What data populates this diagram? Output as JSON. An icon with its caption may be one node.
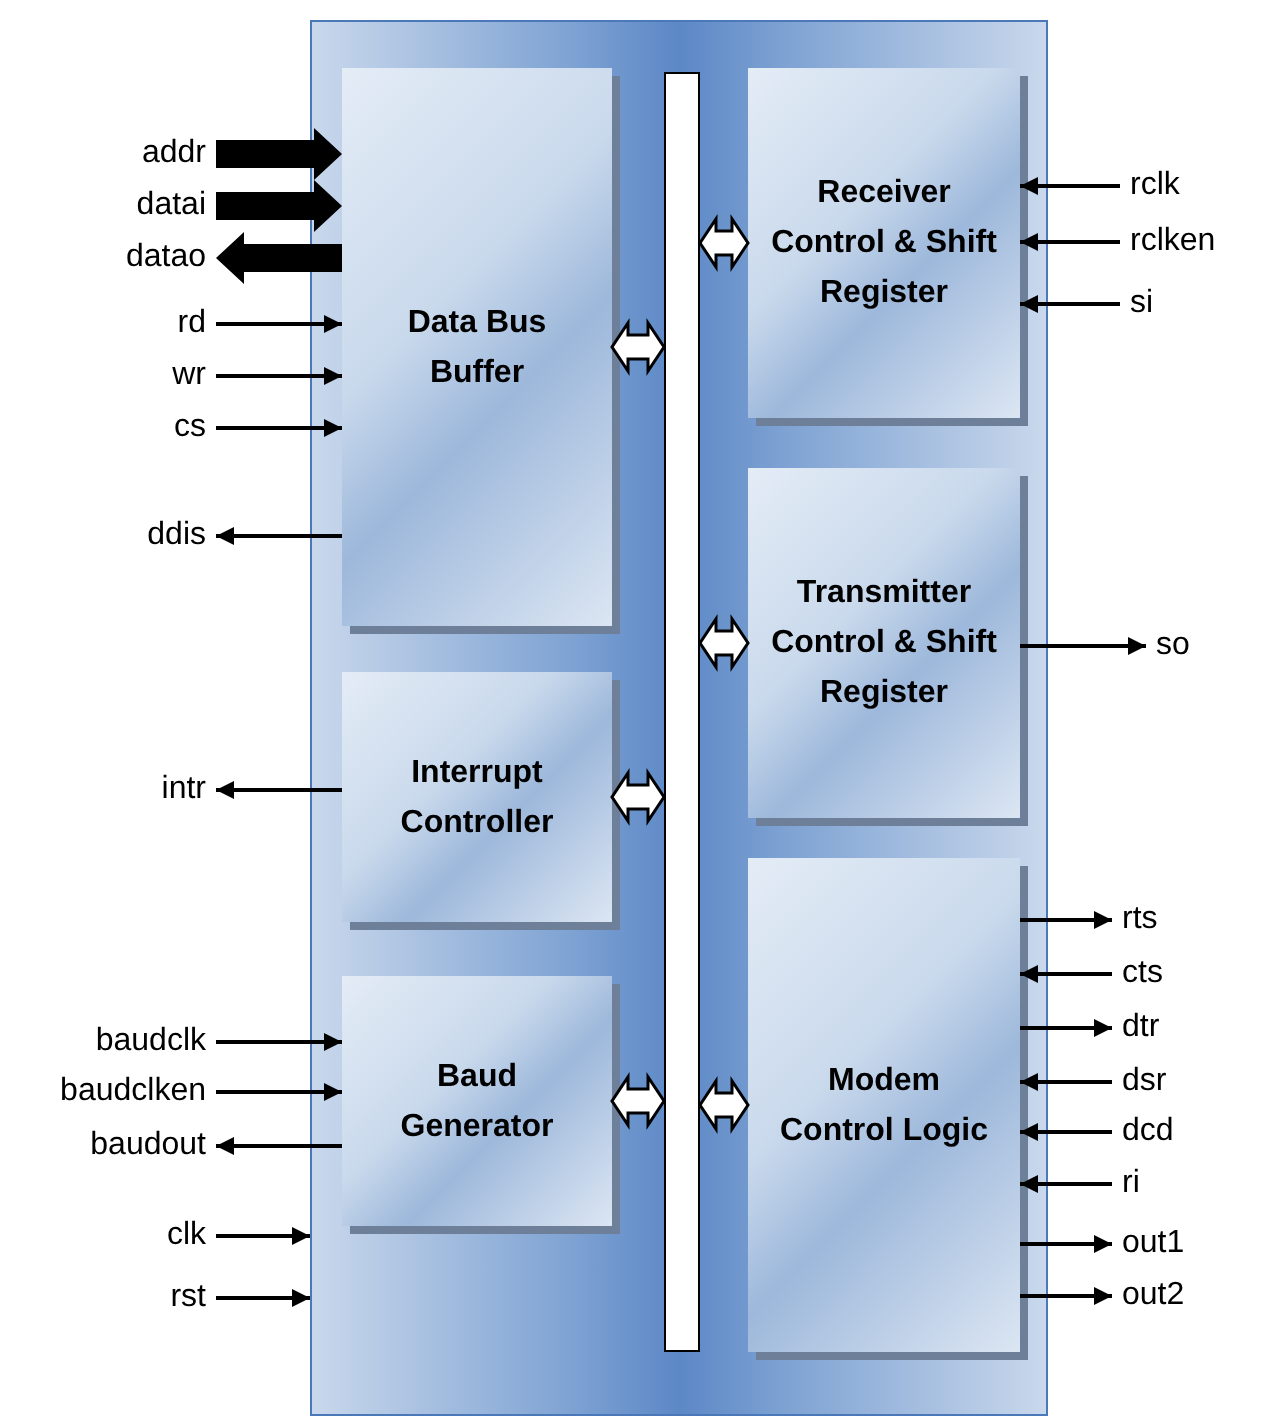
{
  "diagram": {
    "nodes": [
      {
        "text": [],
        "shape": "box"
      },
      {
        "text": [
          "Data Bus Buffer"
        ],
        "in": 0
      },
      {
        "text": [],
        "shape": "bar",
        "in": 0
      },
      {
        "text": [
          "Receiver Control & Shift Register"
        ],
        "in": 0
      },
      {
        "text": [
          "Transmitter Control & Shift Register"
        ],
        "in": 0
      },
      {
        "text": [
          "Interrupt Controller"
        ],
        "in": 0
      },
      {
        "text": [
          "Baud Generator"
        ],
        "in": 0
      },
      {
        "text": [
          "Modem Control Logic"
        ],
        "in": 0
      },
      {
        "text": [
          "addr"
        ]
      },
      {
        "text": [
          "datai"
        ]
      },
      {
        "text": [
          "datao"
        ]
      },
      {
        "text": [
          "rd"
        ]
      },
      {
        "text": [
          "wr"
        ]
      },
      {
        "text": [
          "cs"
        ]
      },
      {
        "text": [
          "ddis"
        ]
      },
      {
        "text": [
          "intr"
        ]
      },
      {
        "text": [
          "baudclk"
        ]
      },
      {
        "text": [
          "baudclken"
        ]
      },
      {
        "text": [
          "baudout"
        ]
      },
      {
        "text": [
          "clk"
        ]
      },
      {
        "text": [
          "rst"
        ]
      },
      {
        "text": [
          "rclk"
        ]
      },
      {
        "text": [
          "rclken"
        ]
      },
      {
        "text": [
          "si"
        ]
      },
      {
        "text": [
          "so"
        ]
      },
      {
        "text": [
          "rts"
        ]
      },
      {
        "text": [
          "cts"
        ]
      },
      {
        "text": [
          "dtr"
        ]
      },
      {
        "text": [
          "dsr"
        ]
      },
      {
        "text": [
          "dcd"
        ]
      },
      {
        "text": [
          "ri"
        ]
      },
      {
        "text": [
          "out1"
        ]
      },
      {
        "text": [
          "out2"
        ]
      }
    ],
    "edges": [
      {
        "from": 8,
        "to": 1,
        "arrow": "to",
        "style": "thick"
      },
      {
        "from": 9,
        "to": 1,
        "arrow": "to",
        "style": "thick"
      },
      {
        "from": 1,
        "to": 10,
        "arrow": "to",
        "style": "thick"
      },
      {
        "from": 11,
        "to": 1,
        "arrow": "to"
      },
      {
        "from": 12,
        "to": 1,
        "arrow": "to"
      },
      {
        "from": 13,
        "to": 1,
        "arrow": "to"
      },
      {
        "from": 1,
        "to": 14,
        "arrow": "to"
      },
      {
        "from": 5,
        "to": 15,
        "arrow": "to"
      },
      {
        "from": 16,
        "to": 6,
        "arrow": "to"
      },
      {
        "from": 17,
        "to": 6,
        "arrow": "to"
      },
      {
        "from": 6,
        "to": 18,
        "arrow": "to"
      },
      {
        "from": 19,
        "to": 0,
        "arrow": "to"
      },
      {
        "from": 20,
        "to": 0,
        "arrow": "to"
      },
      {
        "from": 21,
        "to": 3,
        "arrow": "to"
      },
      {
        "from": 22,
        "to": 3,
        "arrow": "to"
      },
      {
        "from": 23,
        "to": 3,
        "arrow": "to"
      },
      {
        "from": 4,
        "to": 24,
        "arrow": "to"
      },
      {
        "from": 7,
        "to": 25,
        "arrow": "to"
      },
      {
        "from": 26,
        "to": 7,
        "arrow": "to"
      },
      {
        "from": 7,
        "to": 27,
        "arrow": "to"
      },
      {
        "from": 28,
        "to": 7,
        "arrow": "to"
      },
      {
        "from": 29,
        "to": 7,
        "arrow": "to"
      },
      {
        "from": 30,
        "to": 7,
        "arrow": "to"
      },
      {
        "from": 7,
        "to": 31,
        "arrow": "to"
      },
      {
        "from": 7,
        "to": 32,
        "arrow": "to"
      },
      {
        "from": 1,
        "to": 2,
        "arrow": "both",
        "style": "thick",
        "color": "#ffffff"
      },
      {
        "from": 2,
        "to": 3,
        "arrow": "both",
        "style": "thick",
        "color": "#ffffff"
      },
      {
        "from": 2,
        "to": 4,
        "arrow": "both",
        "style": "thick",
        "color": "#ffffff"
      },
      {
        "from": 5,
        "to": 2,
        "arrow": "both",
        "style": "thick",
        "color": "#ffffff"
      },
      {
        "from": 6,
        "to": 2,
        "arrow": "both",
        "style": "thick",
        "color": "#ffffff"
      },
      {
        "from": 2,
        "to": 7,
        "arrow": "both",
        "style": "thick",
        "color": "#ffffff"
      }
    ]
  }
}
